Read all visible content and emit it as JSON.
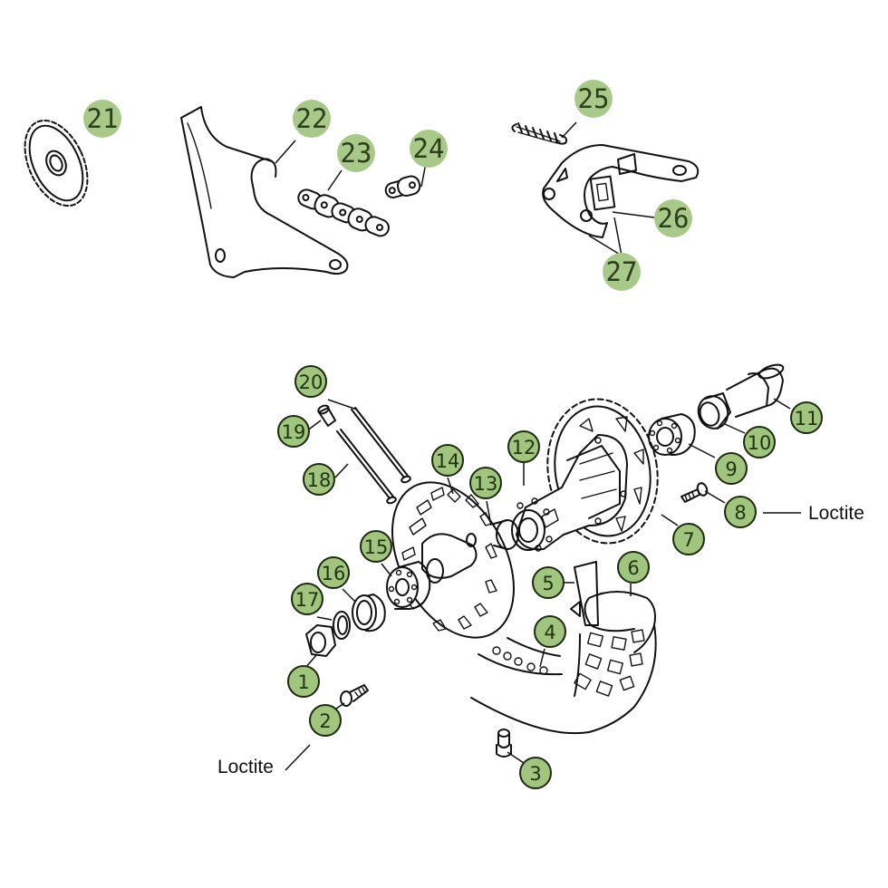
{
  "diagram": {
    "title": "Rear wheel and chain drive exploded view",
    "accent_color": "#a1c47e",
    "callout_text_color": "#1f3510",
    "callouts_upper": [
      {
        "number": "21",
        "part": "countershaft-sprocket"
      },
      {
        "number": "22",
        "part": "chain-guide-bracket"
      },
      {
        "number": "23",
        "part": "drive-chain"
      },
      {
        "number": "24",
        "part": "master-link"
      },
      {
        "number": "25",
        "part": "tension-spring"
      },
      {
        "number": "26",
        "part": "chain-tensioner-slider"
      },
      {
        "number": "27",
        "part": "tensioner-pivot-bolts"
      }
    ],
    "callouts_lower": [
      {
        "number": "1",
        "part": "axle-nut"
      },
      {
        "number": "2",
        "part": "rim-lock-bolt"
      },
      {
        "number": "3",
        "part": "valve-cap"
      },
      {
        "number": "4",
        "part": "rim-tape"
      },
      {
        "number": "5",
        "part": "inner-tube"
      },
      {
        "number": "6",
        "part": "tire"
      },
      {
        "number": "7",
        "part": "rear-sprocket"
      },
      {
        "number": "8",
        "part": "sprocket-bolt"
      },
      {
        "number": "9",
        "part": "bearing-right"
      },
      {
        "number": "10",
        "part": "seal-right"
      },
      {
        "number": "11",
        "part": "spacer-right"
      },
      {
        "number": "12",
        "part": "hub"
      },
      {
        "number": "13",
        "part": "hub-center-spacer"
      },
      {
        "number": "14",
        "part": "brake-disc"
      },
      {
        "number": "15",
        "part": "bearing-left"
      },
      {
        "number": "16",
        "part": "seal-left"
      },
      {
        "number": "17",
        "part": "washer"
      },
      {
        "number": "18",
        "part": "spoke-inner"
      },
      {
        "number": "19",
        "part": "spoke-nipple"
      },
      {
        "number": "20",
        "part": "spoke-outer"
      }
    ],
    "notes": {
      "loctite_right": "Loctite",
      "loctite_left": "Loctite"
    }
  }
}
